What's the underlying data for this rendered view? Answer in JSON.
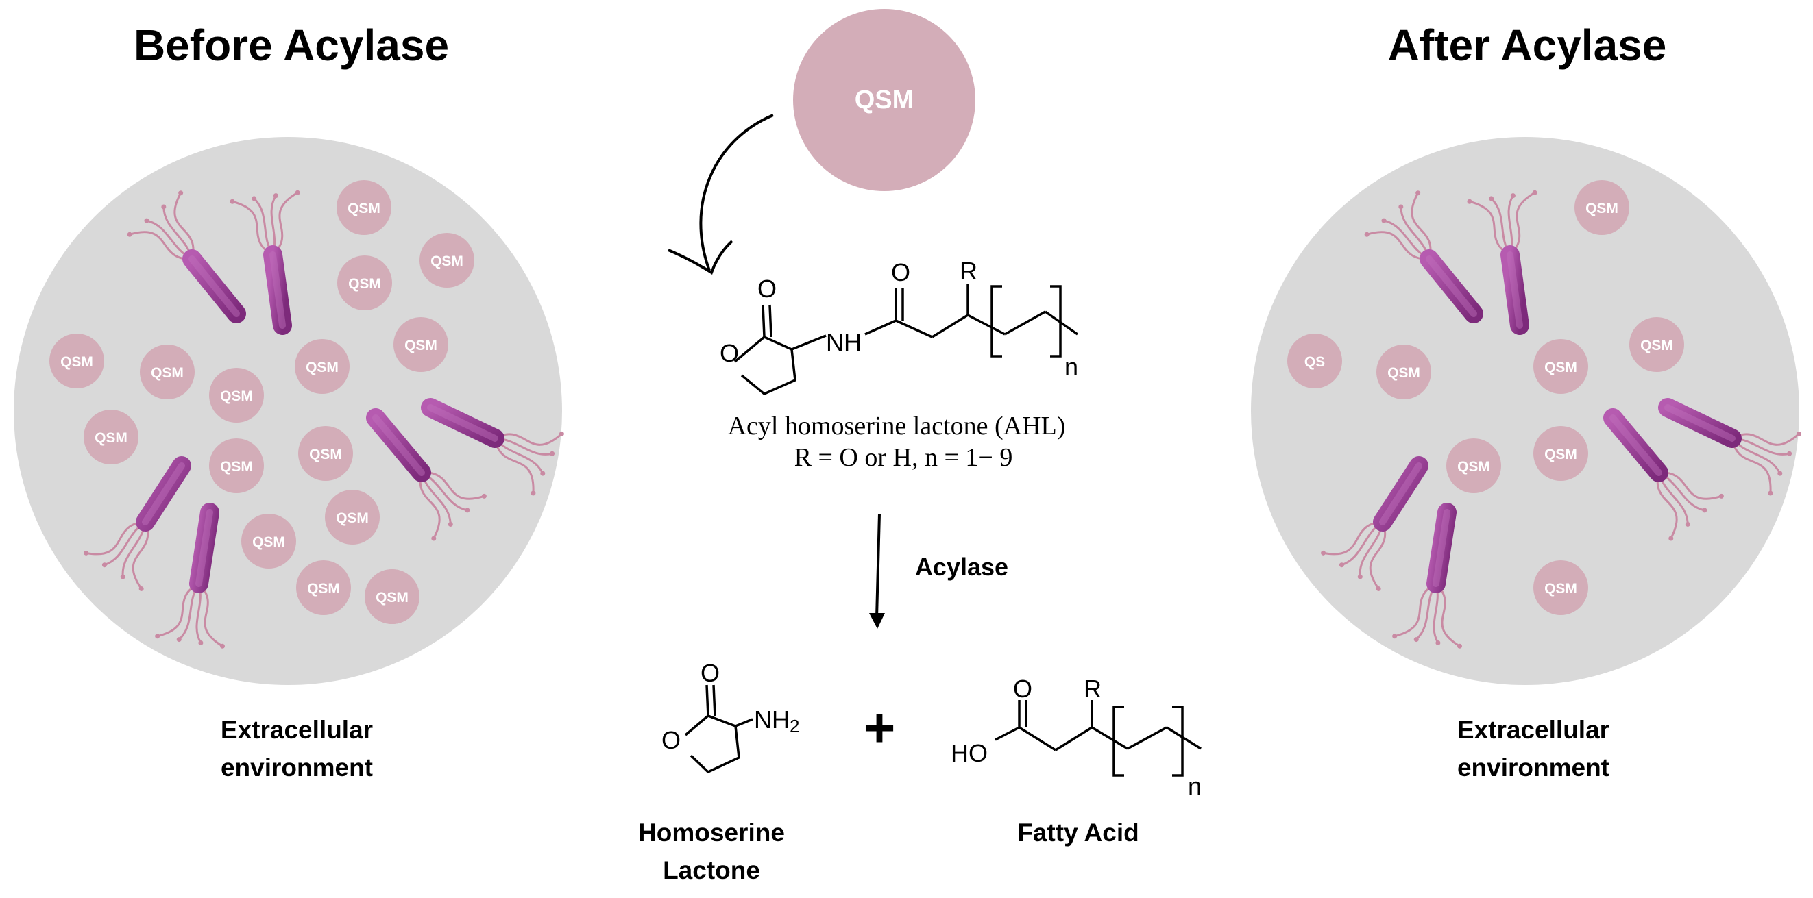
{
  "left_panel": {
    "title": "Before Acylase",
    "caption_line1": "Extracellular",
    "caption_line2": "environment",
    "molecule_labels": [
      "QSM",
      "QSM",
      "QSM",
      "QSM",
      "QSM",
      "QSM",
      "QSM",
      "QSM",
      "QSM",
      "QSM",
      "QSM",
      "QSM",
      "QSM",
      "QSM",
      "QSM",
      "QSM"
    ]
  },
  "right_panel": {
    "title": "After Acylase",
    "caption_line1": "Extracellular",
    "caption_line2": "environment",
    "molecule_labels": [
      "QSM",
      "QSM",
      "QS",
      "QSM",
      "QSM",
      "QSM",
      "QSM",
      "QSM"
    ]
  },
  "center": {
    "qsm_label": "QSM",
    "ahl_caption_line1": "Acyl homoserine lactone (AHL)",
    "ahl_caption_line2": "R = O or H, n = 1− 9",
    "enzyme_label": "Acylase",
    "plus_sign": "+",
    "product1_line1": "Homoserine",
    "product1_line2": "Lactone",
    "product2": "Fatty Acid",
    "atoms": {
      "O": "O",
      "NH": "NH",
      "R": "R",
      "n": "n",
      "NH2_base": "NH",
      "NH2_sub": "2",
      "HO": "HO"
    }
  },
  "colors": {
    "circle_bg": "#d9d9d9",
    "qsm_fill": "#d3adb8",
    "bacterium": "#9b3a96",
    "flagella": "#c98aa3",
    "text": "#000000"
  }
}
